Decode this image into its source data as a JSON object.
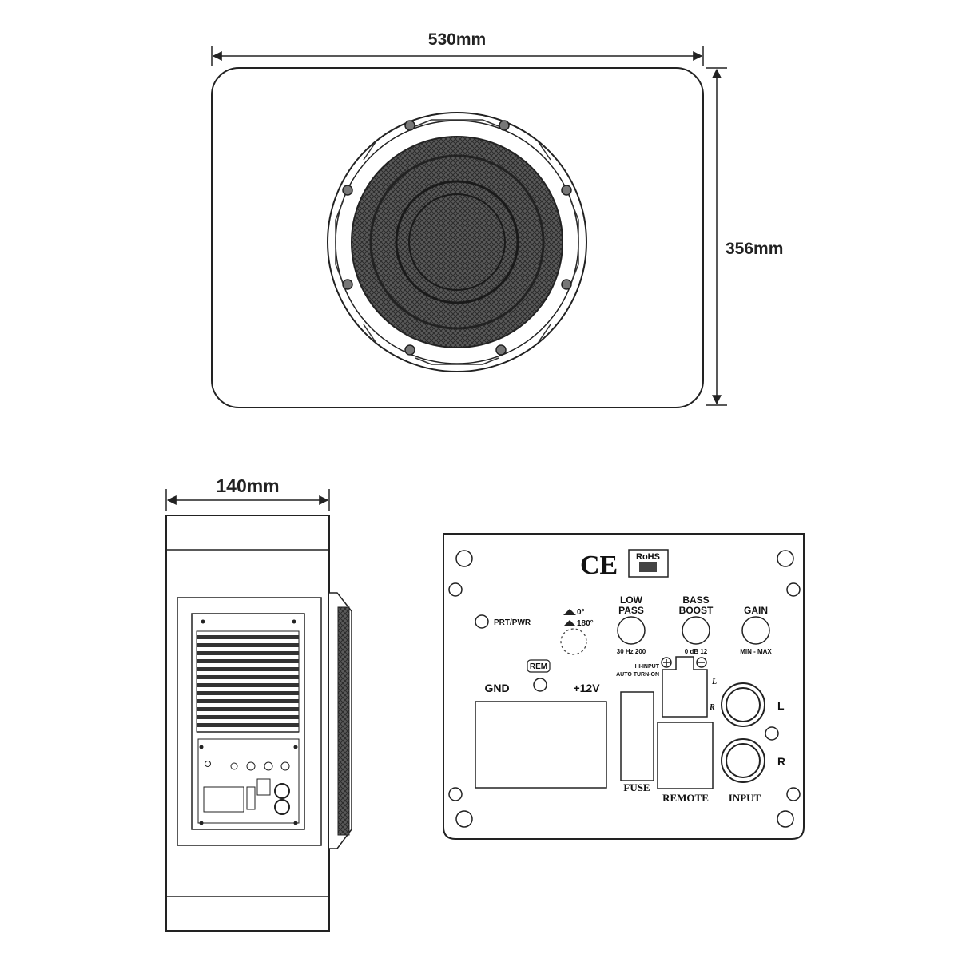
{
  "dimensions": {
    "width": "530mm",
    "height": "356mm",
    "depth": "140mm"
  },
  "panel": {
    "ce_mark": "CE",
    "rohs": "RoHS",
    "prt_pwr": "PRT/PWR",
    "phase_0": "0°",
    "phase_180": "180°",
    "low_pass": [
      "LOW",
      "PASS"
    ],
    "low_pass_range": "30 Hz 200",
    "bass_boost": [
      "BASS",
      "BOOST"
    ],
    "bass_boost_range": "0 dB 12",
    "gain": "GAIN",
    "gain_range": "MIN - MAX",
    "rem": "REM",
    "hi_input": "HI-INPUT",
    "auto_turn_on": "AUTO TURN-ON",
    "gnd": "GND",
    "plus12v": "+12V",
    "hi_l": "L",
    "hi_r": "R",
    "rca_l": "L",
    "rca_r": "R",
    "fuse": "FUSE",
    "remote": "REMOTE",
    "input": "INPUT"
  },
  "colors": {
    "line": "#222222",
    "grille": "#4a4a4a",
    "background": "#ffffff"
  }
}
